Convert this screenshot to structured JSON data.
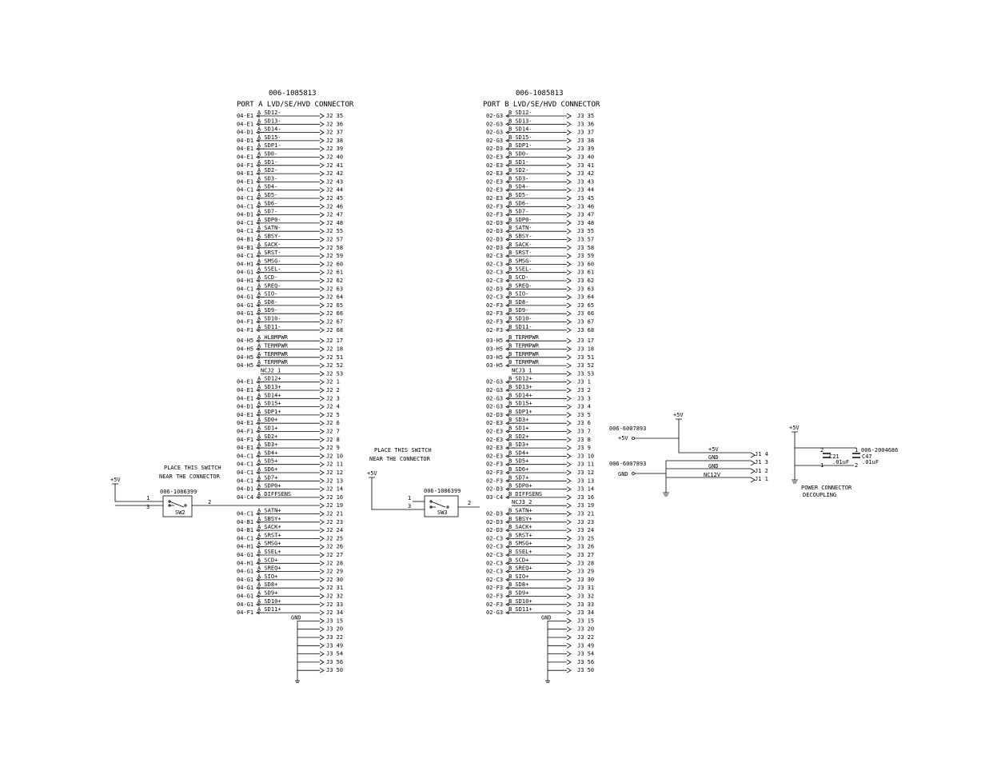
{
  "portA": {
    "part": "006-1085813",
    "title": "PORT A LVD/SE/HVD CONNECTOR",
    "pins": [
      {
        "ref": "04-E1",
        "sig": "A_SD12-",
        "pin": "J2  35"
      },
      {
        "ref": "04-E1",
        "sig": "A_SD13-",
        "pin": "J2  36"
      },
      {
        "ref": "04-D1",
        "sig": "A_SD14-",
        "pin": "J2  37"
      },
      {
        "ref": "04-D1",
        "sig": "A_SD15-",
        "pin": "J2  38"
      },
      {
        "ref": "04-E1",
        "sig": "A_SDP1-",
        "pin": "J2  39"
      },
      {
        "ref": "04-E1",
        "sig": "A_SD0-",
        "pin": "J2  40"
      },
      {
        "ref": "04-F1",
        "sig": "A_SD1-",
        "pin": "J2  41"
      },
      {
        "ref": "04-E1",
        "sig": "A_SD2-",
        "pin": "J2  42"
      },
      {
        "ref": "04-E1",
        "sig": "A_SD3-",
        "pin": "J2  43"
      },
      {
        "ref": "04-C1",
        "sig": "A_SD4-",
        "pin": "J2  44"
      },
      {
        "ref": "04-C1",
        "sig": "A_SD5-",
        "pin": "J2  45"
      },
      {
        "ref": "04-C1",
        "sig": "A_SD6-",
        "pin": "J2  46"
      },
      {
        "ref": "04-D1",
        "sig": "A_SD7-",
        "pin": "J2  47"
      },
      {
        "ref": "04-C1",
        "sig": "A_SDP0-",
        "pin": "J2  48"
      },
      {
        "ref": "04-C1",
        "sig": "A_SATN-",
        "pin": "J2  55"
      },
      {
        "ref": "04-B1",
        "sig": "A_SBSY-",
        "pin": "J2  57"
      },
      {
        "ref": "04-B1",
        "sig": "A_SACK-",
        "pin": "J2  58"
      },
      {
        "ref": "04-C1",
        "sig": "A_SRST-",
        "pin": "J2  59"
      },
      {
        "ref": "04-H1",
        "sig": "A_SMSG-",
        "pin": "J2  60"
      },
      {
        "ref": "04-G1",
        "sig": "A_SSEL-",
        "pin": "J2  61"
      },
      {
        "ref": "04-H1",
        "sig": "A_SCD-",
        "pin": "J2  62"
      },
      {
        "ref": "04-C1",
        "sig": "A_SREQ-",
        "pin": "J2  63"
      },
      {
        "ref": "04-G1",
        "sig": "A_SIO-",
        "pin": "J2  64"
      },
      {
        "ref": "04-G1",
        "sig": "A_SD8-",
        "pin": "J2  65"
      },
      {
        "ref": "04-G1",
        "sig": "A_SD9-",
        "pin": "J2  66"
      },
      {
        "ref": "04-F1",
        "sig": "A_SD10-",
        "pin": "J2  67"
      },
      {
        "ref": "04-F1",
        "sig": "A_SD11-",
        "pin": "J2  68"
      }
    ],
    "termpwr": [
      {
        "ref": "04-H5",
        "sig": "A_HLBMPWR",
        "pin": "J2  17"
      },
      {
        "ref": "04-H5",
        "sig": "A_TERMPWR",
        "pin": "J2  18"
      },
      {
        "ref": "04-H5",
        "sig": "A_TERMPWR",
        "pin": "J2  51"
      },
      {
        "ref": "04-H5",
        "sig": "A_TERMPWR",
        "pin": "J2  52"
      }
    ],
    "nc": {
      "sig": "NCJ2_1",
      "pin": "J2  53"
    },
    "pins2": [
      {
        "ref": "04-E1",
        "sig": "A_SD12+",
        "pin": "J2  1"
      },
      {
        "ref": "04-E1",
        "sig": "A_SD13+",
        "pin": "J2  2"
      },
      {
        "ref": "04-E1",
        "sig": "A_SD14+",
        "pin": "J2  3"
      },
      {
        "ref": "04-D1",
        "sig": "A_SD15+",
        "pin": "J2  4"
      },
      {
        "ref": "04-E1",
        "sig": "A_SDP1+",
        "pin": "J2  5"
      },
      {
        "ref": "04-E1",
        "sig": "A_SD0+",
        "pin": "J2  6"
      },
      {
        "ref": "04-F1",
        "sig": "A_SD1+",
        "pin": "J2  7"
      },
      {
        "ref": "04-F1",
        "sig": "A_SD2+",
        "pin": "J2  8"
      },
      {
        "ref": "04-E1",
        "sig": "A_SD3+",
        "pin": "J2  9"
      },
      {
        "ref": "04-C1",
        "sig": "A_SD4+",
        "pin": "J2  10"
      },
      {
        "ref": "04-C1",
        "sig": "A_SD5+",
        "pin": "J2  11"
      },
      {
        "ref": "04-C1",
        "sig": "A_SD6+",
        "pin": "J2  12"
      },
      {
        "ref": "04-C1",
        "sig": "A_SD7+",
        "pin": "J2  13"
      },
      {
        "ref": "04-D1",
        "sig": "A_SDP0+",
        "pin": "J2  14"
      },
      {
        "ref": "04-C4",
        "sig": "A_DIFFSENS",
        "pin": "J2  16"
      }
    ],
    "sw_pin": "J2  19",
    "pins3": [
      {
        "ref": "04-C1",
        "sig": "A_SATN+",
        "pin": "J2  21"
      },
      {
        "ref": "04-B1",
        "sig": "A_SBSY+",
        "pin": "J2  23"
      },
      {
        "ref": "04-B1",
        "sig": "A_SACK+",
        "pin": "J2  24"
      },
      {
        "ref": "04-C1",
        "sig": "A_SRST+",
        "pin": "J2  25"
      },
      {
        "ref": "04-H1",
        "sig": "A_SMSG+",
        "pin": "J2  26"
      },
      {
        "ref": "04-G1",
        "sig": "A_SSEL+",
        "pin": "J2  27"
      },
      {
        "ref": "04-H1",
        "sig": "A_SCD+",
        "pin": "J2  28"
      },
      {
        "ref": "04-G1",
        "sig": "A_SREQ+",
        "pin": "J2  29"
      },
      {
        "ref": "04-G1",
        "sig": "A_SIO+",
        "pin": "J2  30"
      },
      {
        "ref": "04-G1",
        "sig": "A_SD8+",
        "pin": "J2  31"
      },
      {
        "ref": "04-G1",
        "sig": "A_SD9+",
        "pin": "J2  32"
      },
      {
        "ref": "04-G1",
        "sig": "A_SD10+",
        "pin": "J2  33"
      },
      {
        "ref": "04-F1",
        "sig": "A_SD11+",
        "pin": "J2  34"
      }
    ],
    "gnd_label": "GND",
    "gnd_pins": [
      "J3  15",
      "J3  20",
      "J3  22",
      "J3  49",
      "J3  54",
      "J3  56",
      "J3  50"
    ]
  },
  "portB": {
    "part": "006-1085813",
    "title": "PORT B LVD/SE/HVD CONNECTOR",
    "pins": [
      {
        "ref": "02-G3",
        "sig": "B_SD12-",
        "pin": "J3  35"
      },
      {
        "ref": "02-G3",
        "sig": "B_SD13-",
        "pin": "J3  36"
      },
      {
        "ref": "02-G3",
        "sig": "B_SD14-",
        "pin": "J3  37"
      },
      {
        "ref": "02-G3",
        "sig": "B_SD15-",
        "pin": "J3  38"
      },
      {
        "ref": "02-D3",
        "sig": "B_SDP1-",
        "pin": "J3  39"
      },
      {
        "ref": "02-E3",
        "sig": "B_SD0-",
        "pin": "J3  40"
      },
      {
        "ref": "02-E3",
        "sig": "B_SD1-",
        "pin": "J3  41"
      },
      {
        "ref": "02-E3",
        "sig": "B_SD2-",
        "pin": "J3  42"
      },
      {
        "ref": "02-E3",
        "sig": "B_SD3-",
        "pin": "J3  43"
      },
      {
        "ref": "02-E3",
        "sig": "B_SD4-",
        "pin": "J3  44"
      },
      {
        "ref": "02-E3",
        "sig": "B_SD5-",
        "pin": "J3  45"
      },
      {
        "ref": "02-F3",
        "sig": "B_SD6-",
        "pin": "J3  46"
      },
      {
        "ref": "02-F3",
        "sig": "B_SD7-",
        "pin": "J3  47"
      },
      {
        "ref": "02-D3",
        "sig": "B_SDP0-",
        "pin": "J3  48"
      },
      {
        "ref": "02-D3",
        "sig": "B_SATN-",
        "pin": "J3  55"
      },
      {
        "ref": "02-D3",
        "sig": "B_SBSY-",
        "pin": "J3  57"
      },
      {
        "ref": "02-D3",
        "sig": "B_SACK-",
        "pin": "J3  58"
      },
      {
        "ref": "02-C3",
        "sig": "B_SRST-",
        "pin": "J3  59"
      },
      {
        "ref": "02-C3",
        "sig": "B_SMSG-",
        "pin": "J3  60"
      },
      {
        "ref": "02-C3",
        "sig": "B_SSEL-",
        "pin": "J3  61"
      },
      {
        "ref": "02-C3",
        "sig": "B_SCD-",
        "pin": "J3  62"
      },
      {
        "ref": "02-D3",
        "sig": "B_SREQ-",
        "pin": "J3  63"
      },
      {
        "ref": "02-C3",
        "sig": "B_SIO-",
        "pin": "J3  64"
      },
      {
        "ref": "02-F3",
        "sig": "B_SD8-",
        "pin": "J3  65"
      },
      {
        "ref": "02-F3",
        "sig": "B_SD9-",
        "pin": "J3  66"
      },
      {
        "ref": "02-F3",
        "sig": "B_SD10-",
        "pin": "J3  67"
      },
      {
        "ref": "02-F3",
        "sig": "B_SD11-",
        "pin": "J3  68"
      }
    ],
    "termpwr": [
      {
        "ref": "03-H5",
        "sig": "B_TERMPWR",
        "pin": "J3  17"
      },
      {
        "ref": "03-H5",
        "sig": "B_TERMPWR",
        "pin": "J3  18"
      },
      {
        "ref": "03-H5",
        "sig": "B_TERMPWR",
        "pin": "J3  51"
      },
      {
        "ref": "03-H5",
        "sig": "B_TERMPWR",
        "pin": "J3  52"
      }
    ],
    "nc": {
      "sig": "NCJ3_1",
      "pin": "J3  53"
    },
    "pins2": [
      {
        "ref": "02-G3",
        "sig": "B_SD12+",
        "pin": "J3  1"
      },
      {
        "ref": "02-G3",
        "sig": "B_SD13+",
        "pin": "J3  2"
      },
      {
        "ref": "02-G3",
        "sig": "B_SD14+",
        "pin": "J3  3"
      },
      {
        "ref": "02-G3",
        "sig": "B_SD15+",
        "pin": "J3  4"
      },
      {
        "ref": "02-D3",
        "sig": "B_SDP1+",
        "pin": "J3  5"
      },
      {
        "ref": "02-E3",
        "sig": "B_SD3+",
        "pin": "J3  6"
      },
      {
        "ref": "02-E3",
        "sig": "B_SD1+",
        "pin": "J3  7"
      },
      {
        "ref": "02-E3",
        "sig": "B_SD2+",
        "pin": "J3  8"
      },
      {
        "ref": "02-E3",
        "sig": "B_SD3+",
        "pin": "J3  9"
      },
      {
        "ref": "02-E3",
        "sig": "B_SD4+",
        "pin": "J3  10"
      },
      {
        "ref": "02-F3",
        "sig": "B_SD5+",
        "pin": "J3  11"
      },
      {
        "ref": "02-F3",
        "sig": "B_SD6+",
        "pin": "J3  12"
      },
      {
        "ref": "02-F3",
        "sig": "B_SD7+",
        "pin": "J3  13"
      },
      {
        "ref": "02-D3",
        "sig": "B_SDP0+",
        "pin": "J3  14"
      },
      {
        "ref": "03-C4",
        "sig": "B_DIFFSENS",
        "pin": "J3  16"
      }
    ],
    "nc2": {
      "sig": "NCJ3_2",
      "pin": "J3  19"
    },
    "pins3": [
      {
        "ref": "02-D3",
        "sig": "B_SATN+",
        "pin": "J3  21"
      },
      {
        "ref": "02-D3",
        "sig": "B_SBSY+",
        "pin": "J3  23"
      },
      {
        "ref": "02-D3",
        "sig": "B_SACK+",
        "pin": "J3  24"
      },
      {
        "ref": "02-C3",
        "sig": "B_SRST+",
        "pin": "J3  25"
      },
      {
        "ref": "02-C3",
        "sig": "B_SMSG+",
        "pin": "J3  26"
      },
      {
        "ref": "02-C3",
        "sig": "B_SSEL+",
        "pin": "J3  27"
      },
      {
        "ref": "02-C3",
        "sig": "B_SCD+",
        "pin": "J3  28"
      },
      {
        "ref": "02-C3",
        "sig": "B_SREQ+",
        "pin": "J3  29"
      },
      {
        "ref": "02-C3",
        "sig": "B_SIO+",
        "pin": "J3  30"
      },
      {
        "ref": "02-F3",
        "sig": "B_SD8+",
        "pin": "J3  31"
      },
      {
        "ref": "02-F3",
        "sig": "B_SD9+",
        "pin": "J3  32"
      },
      {
        "ref": "02-F3",
        "sig": "B_SD10+",
        "pin": "J3  33"
      },
      {
        "ref": "02-G3",
        "sig": "B_SD11+",
        "pin": "J3  34"
      }
    ],
    "gnd_label": "GND",
    "gnd_pins": [
      "J3  15",
      "J3  20",
      "J3  22",
      "J3  49",
      "J3  54",
      "J3  56",
      "J3  50"
    ]
  },
  "sw2": {
    "note1": "PLACE THIS SWITCH",
    "note2": "NEAR THE CONNECTOR",
    "part": "006-1086399",
    "ref": "SW2",
    "vcc": "+5V",
    "p1": "1",
    "p2": "2",
    "p3": "3"
  },
  "sw3": {
    "note1": "PLACE THIS SWITCH",
    "note2": "NEAR THE CONNECTOR",
    "part": "006-1086399",
    "ref": "SW3",
    "vcc": "+5V",
    "p1": "1",
    "p2": "2",
    "p3": "3"
  },
  "power": {
    "vcc": "+5V",
    "part1": "006-6007893",
    "lbl1": "+5V",
    "part2": "006-6007893",
    "lbl2": "GND",
    "nets": [
      "+5V",
      "GND",
      "GND",
      "NC12V"
    ],
    "pins": [
      "J1  4",
      "J1  3",
      "J1  2",
      "J1  1"
    ]
  },
  "decoupling": {
    "vcc": "+5V",
    "part": "006-2004686",
    "c1": "C21",
    "c1v": ".01uF",
    "c2": "C47",
    "c2v": ".01uF",
    "p1": "2",
    "p2": "1",
    "p3": "1",
    "p4": "2",
    "title1": "POWER CONNECTOR",
    "title2": "DECOUPLING"
  }
}
